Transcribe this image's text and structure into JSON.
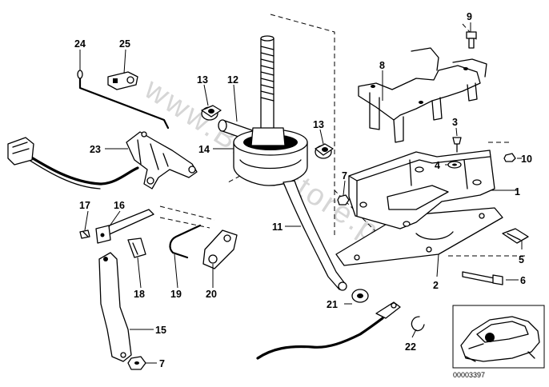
{
  "diagram": {
    "watermark": "www.BMWstore.pl",
    "part_code": "00003397",
    "callouts": [
      {
        "id": "c1",
        "label": "1"
      },
      {
        "id": "c2",
        "label": "2"
      },
      {
        "id": "c3",
        "label": "3"
      },
      {
        "id": "c4",
        "label": "4"
      },
      {
        "id": "c5",
        "label": "5"
      },
      {
        "id": "c6",
        "label": "6"
      },
      {
        "id": "c7a",
        "label": "7"
      },
      {
        "id": "c7b",
        "label": "7"
      },
      {
        "id": "c8",
        "label": "8"
      },
      {
        "id": "c9",
        "label": "9"
      },
      {
        "id": "c10",
        "label": "10"
      },
      {
        "id": "c11",
        "label": "11"
      },
      {
        "id": "c12",
        "label": "12"
      },
      {
        "id": "c13a",
        "label": "13"
      },
      {
        "id": "c13b",
        "label": "13"
      },
      {
        "id": "c14",
        "label": "14"
      },
      {
        "id": "c15",
        "label": "15"
      },
      {
        "id": "c16",
        "label": "16"
      },
      {
        "id": "c17",
        "label": "17"
      },
      {
        "id": "c18",
        "label": "18"
      },
      {
        "id": "c19",
        "label": "19"
      },
      {
        "id": "c20",
        "label": "20"
      },
      {
        "id": "c21",
        "label": "21"
      },
      {
        "id": "c22",
        "label": "22"
      },
      {
        "id": "c23",
        "label": "23"
      },
      {
        "id": "c24",
        "label": "24"
      },
      {
        "id": "c25",
        "label": "25"
      }
    ]
  }
}
